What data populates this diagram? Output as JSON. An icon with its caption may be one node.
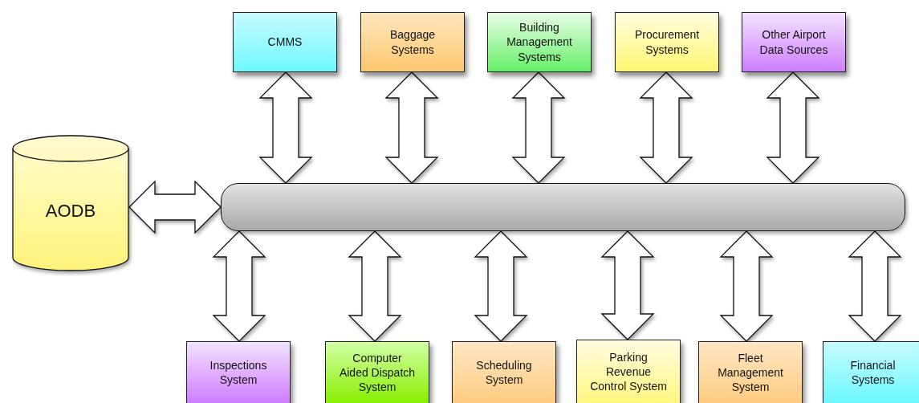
{
  "diagram": {
    "nodes": [
      {
        "text": [
          "AODB"
        ]
      },
      {
        "text": [],
        "shape": "bar"
      },
      {
        "text": [
          "CMMS"
        ]
      },
      {
        "text": [
          "Baggage Systems"
        ]
      },
      {
        "text": [
          "Building Management Systems"
        ]
      },
      {
        "text": [
          "Procurement Systems"
        ]
      },
      {
        "text": [
          "Other Airport Data Sources"
        ]
      },
      {
        "text": [
          "Inspections System"
        ]
      },
      {
        "text": [
          "Computer Aided Dispatch System"
        ]
      },
      {
        "text": [
          "Scheduling System"
        ]
      },
      {
        "text": [
          "Parking Revenue Control System"
        ]
      },
      {
        "text": [
          "Fleet Management System"
        ]
      },
      {
        "text": [
          "Financial Systems"
        ]
      }
    ],
    "edges": [
      {
        "from": 0,
        "to": 1,
        "arrow": "both"
      },
      {
        "from": 2,
        "to": 1,
        "arrow": "both"
      },
      {
        "from": 3,
        "to": 1,
        "arrow": "both"
      },
      {
        "from": 4,
        "to": 1,
        "arrow": "both"
      },
      {
        "from": 5,
        "to": 1,
        "arrow": "both"
      },
      {
        "from": 6,
        "to": 1,
        "arrow": "both"
      },
      {
        "from": 1,
        "to": 7,
        "arrow": "both"
      },
      {
        "from": 1,
        "to": 8,
        "arrow": "both"
      },
      {
        "from": 1,
        "to": 9,
        "arrow": "both"
      },
      {
        "from": 1,
        "to": 10,
        "arrow": "both"
      },
      {
        "from": 1,
        "to": 11,
        "arrow": "both"
      },
      {
        "from": 1,
        "to": 12,
        "arrow": "both"
      }
    ]
  }
}
